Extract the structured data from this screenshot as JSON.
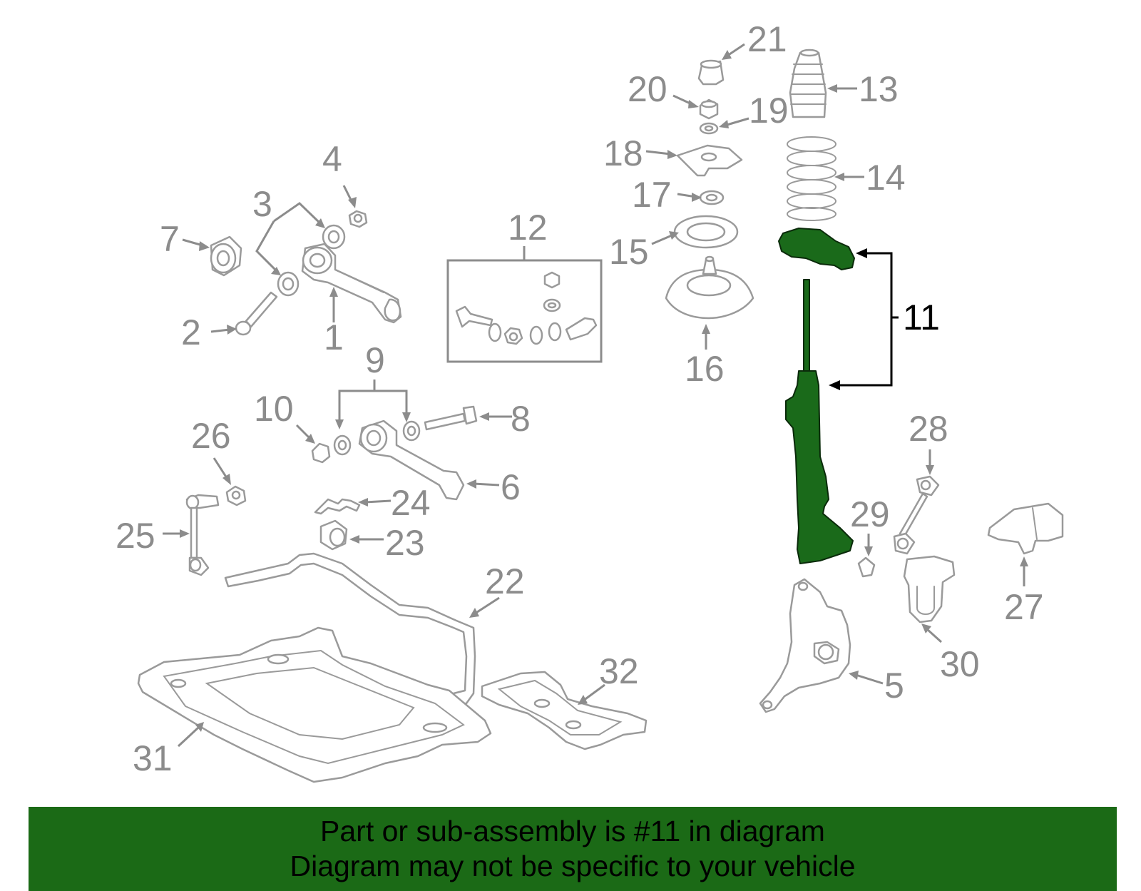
{
  "callouts": {
    "c1": "1",
    "c2": "2",
    "c3": "3",
    "c4": "4",
    "c5": "5",
    "c6": "6",
    "c7": "7",
    "c8": "8",
    "c9": "9",
    "c10": "10",
    "c11": "11",
    "c12": "12",
    "c13": "13",
    "c14": "14",
    "c15": "15",
    "c16": "16",
    "c17": "17",
    "c18": "18",
    "c19": "19",
    "c20": "20",
    "c21": "21",
    "c22": "22",
    "c23": "23",
    "c24": "24",
    "c25": "25",
    "c26": "26",
    "c27": "27",
    "c28": "28",
    "c29": "29",
    "c30": "30",
    "c31": "31",
    "c32": "32"
  },
  "highlighted_part": "11",
  "colors": {
    "highlight_fill": "#1a6a1a",
    "banner_background": "#1b6a16",
    "part_outline": "#9a9a9a",
    "callout_text": "#8c8c8c"
  },
  "banner": {
    "line1": "Part or sub-assembly is #11 in diagram",
    "line2": "Diagram may not be specific to your vehicle"
  }
}
